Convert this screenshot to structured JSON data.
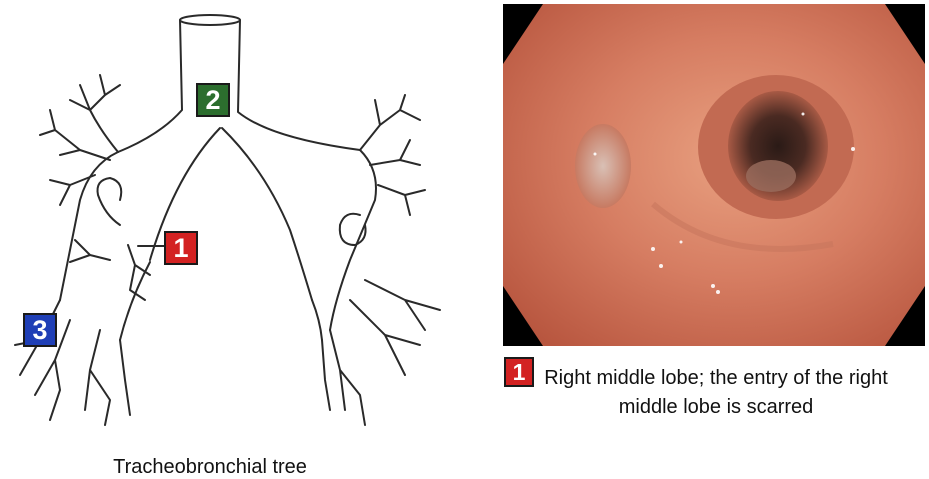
{
  "diagram": {
    "caption": "Tracheobronchial tree",
    "markers": [
      {
        "label": "1",
        "color": "#d32222"
      },
      {
        "label": "2",
        "color": "#2c6e2e"
      },
      {
        "label": "3",
        "color": "#1f3fb6"
      }
    ]
  },
  "endoscopy": {
    "legend_marker": "1",
    "legend_text": "Right middle lobe; the entry of the right middle lobe is scarred"
  }
}
